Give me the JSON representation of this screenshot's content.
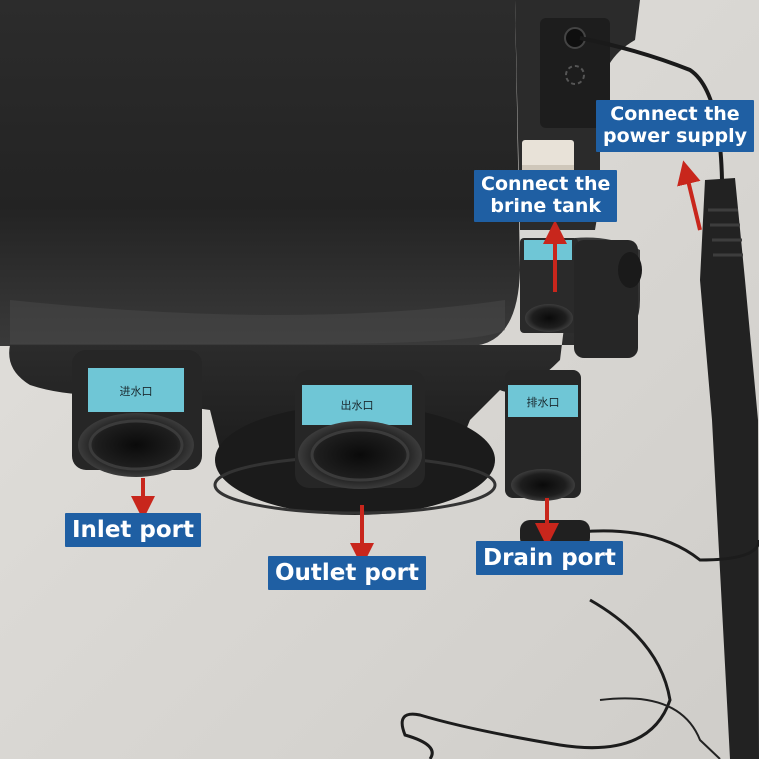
{
  "callouts": {
    "power_line1": "Connect the",
    "power_line2": "power supply",
    "brine_line1": "Connect the",
    "brine_line2": "brine tank",
    "inlet": "Inlet port",
    "outlet": "Outlet port",
    "drain": "Drain port"
  },
  "port_labels": {
    "inlet_cn": "进水口",
    "outlet_cn": "出水口",
    "drain_cn": "排水口"
  },
  "colors": {
    "callout_bg": "#1f5fa3",
    "arrow": "#c8261c",
    "label_band": "#6fc6d6"
  }
}
